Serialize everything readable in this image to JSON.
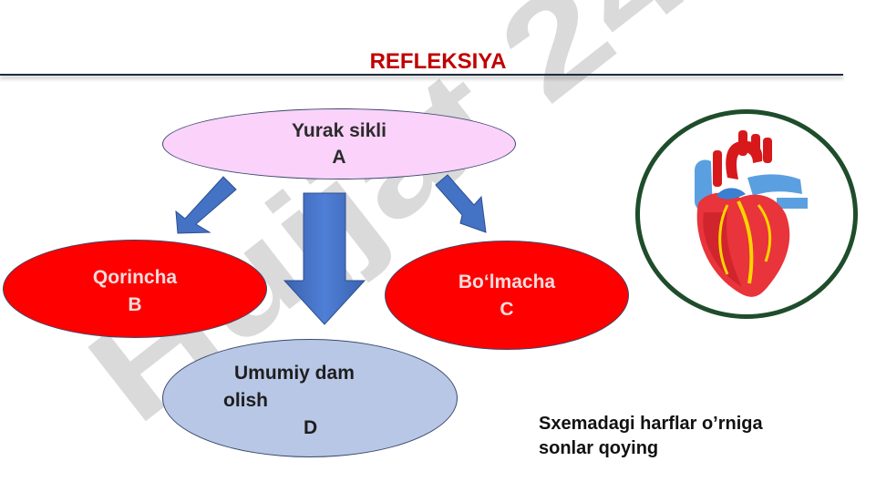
{
  "title": "REFLEKSIYA",
  "watermark": "Hujjat 24",
  "nodes": {
    "a": {
      "label": "Yurak sikli",
      "letter": "A"
    },
    "b": {
      "label": "Qorincha",
      "letter": "B"
    },
    "c": {
      "label": "Bo‘lmacha",
      "letter": "C"
    },
    "d": {
      "label_line1": "Umumiy dam",
      "label_line2": "olish",
      "letter": "D"
    }
  },
  "instruction": {
    "line1": "Sxemadagi harflar o’rniga",
    "line2": "sonlar qoying"
  },
  "colors": {
    "title": "#c00000",
    "node_a_fill": "#fad2fa",
    "node_bc_fill": "#ff0000",
    "node_d_fill": "#b8c7e6",
    "arrow_fill": "#4472c4",
    "heart_frame": "#1e4d2b"
  }
}
